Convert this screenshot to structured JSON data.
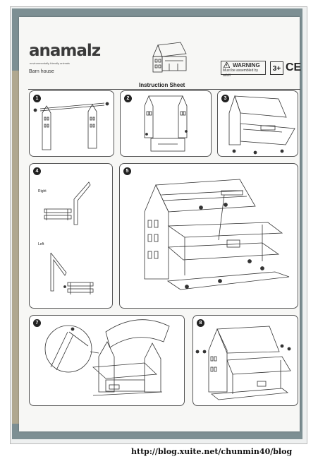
{
  "header": {
    "brand": "anamalz",
    "tagline": "environmentally friendly animals",
    "product_name": "Barn house",
    "warning_title": "WARNING",
    "warning_text": "Must be assembled by adult",
    "age_badge": "3+",
    "ce_mark": "CE"
  },
  "title": "Instruction Sheet",
  "steps": [
    "1",
    "2",
    "3",
    "4",
    "5",
    "7",
    "8"
  ],
  "step4_labels": {
    "right": "Right",
    "left": "Left"
  },
  "watermark": "http://blog.xuite.net/chunmin40/blog",
  "colors": {
    "board": "#7d8f93",
    "sheet": "#f7f7f5",
    "ink": "#333333"
  }
}
